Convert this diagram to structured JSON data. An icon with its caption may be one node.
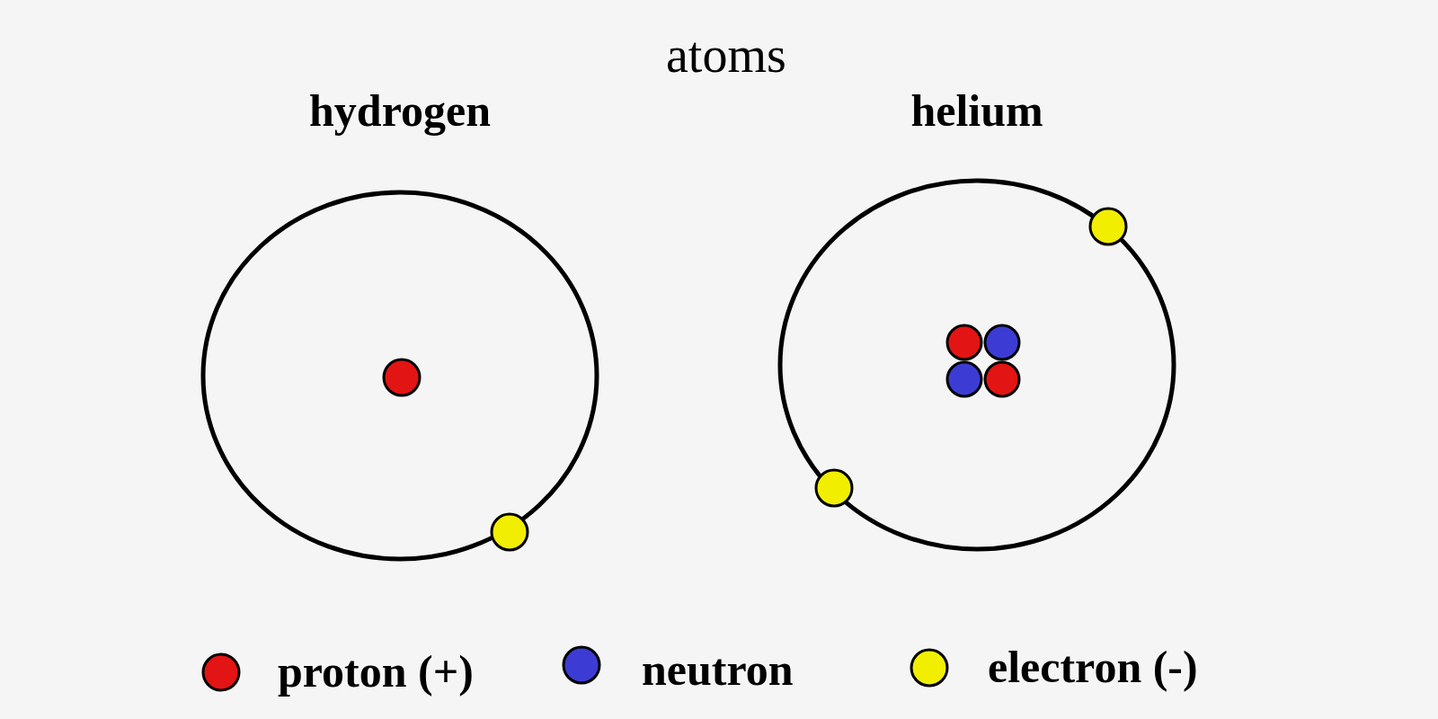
{
  "diagram": {
    "title": "atoms",
    "nodes": [
      {
        "text": [
          "hydrogen"
        ]
      },
      {
        "text": [],
        "shape": "circle",
        "in": 0
      },
      {
        "text": [],
        "shape": "circle",
        "in": 0
      },
      {
        "text": [
          "helium"
        ]
      },
      {
        "text": [],
        "shape": "circle",
        "in": 3
      },
      {
        "text": [],
        "shape": "circle",
        "in": 3
      },
      {
        "text": [],
        "shape": "circle",
        "in": 3
      },
      {
        "text": [],
        "shape": "circle",
        "in": 3
      },
      {
        "text": [],
        "shape": "circle",
        "in": 3
      },
      {
        "text": [],
        "shape": "circle",
        "in": 3
      }
    ],
    "legend": [
      {
        "text": "proton (+)",
        "color": "#e31414"
      },
      {
        "text": "neutron",
        "color": "#3c3cd4"
      },
      {
        "text": "electron (-)",
        "color": "#f2ee00"
      }
    ]
  }
}
